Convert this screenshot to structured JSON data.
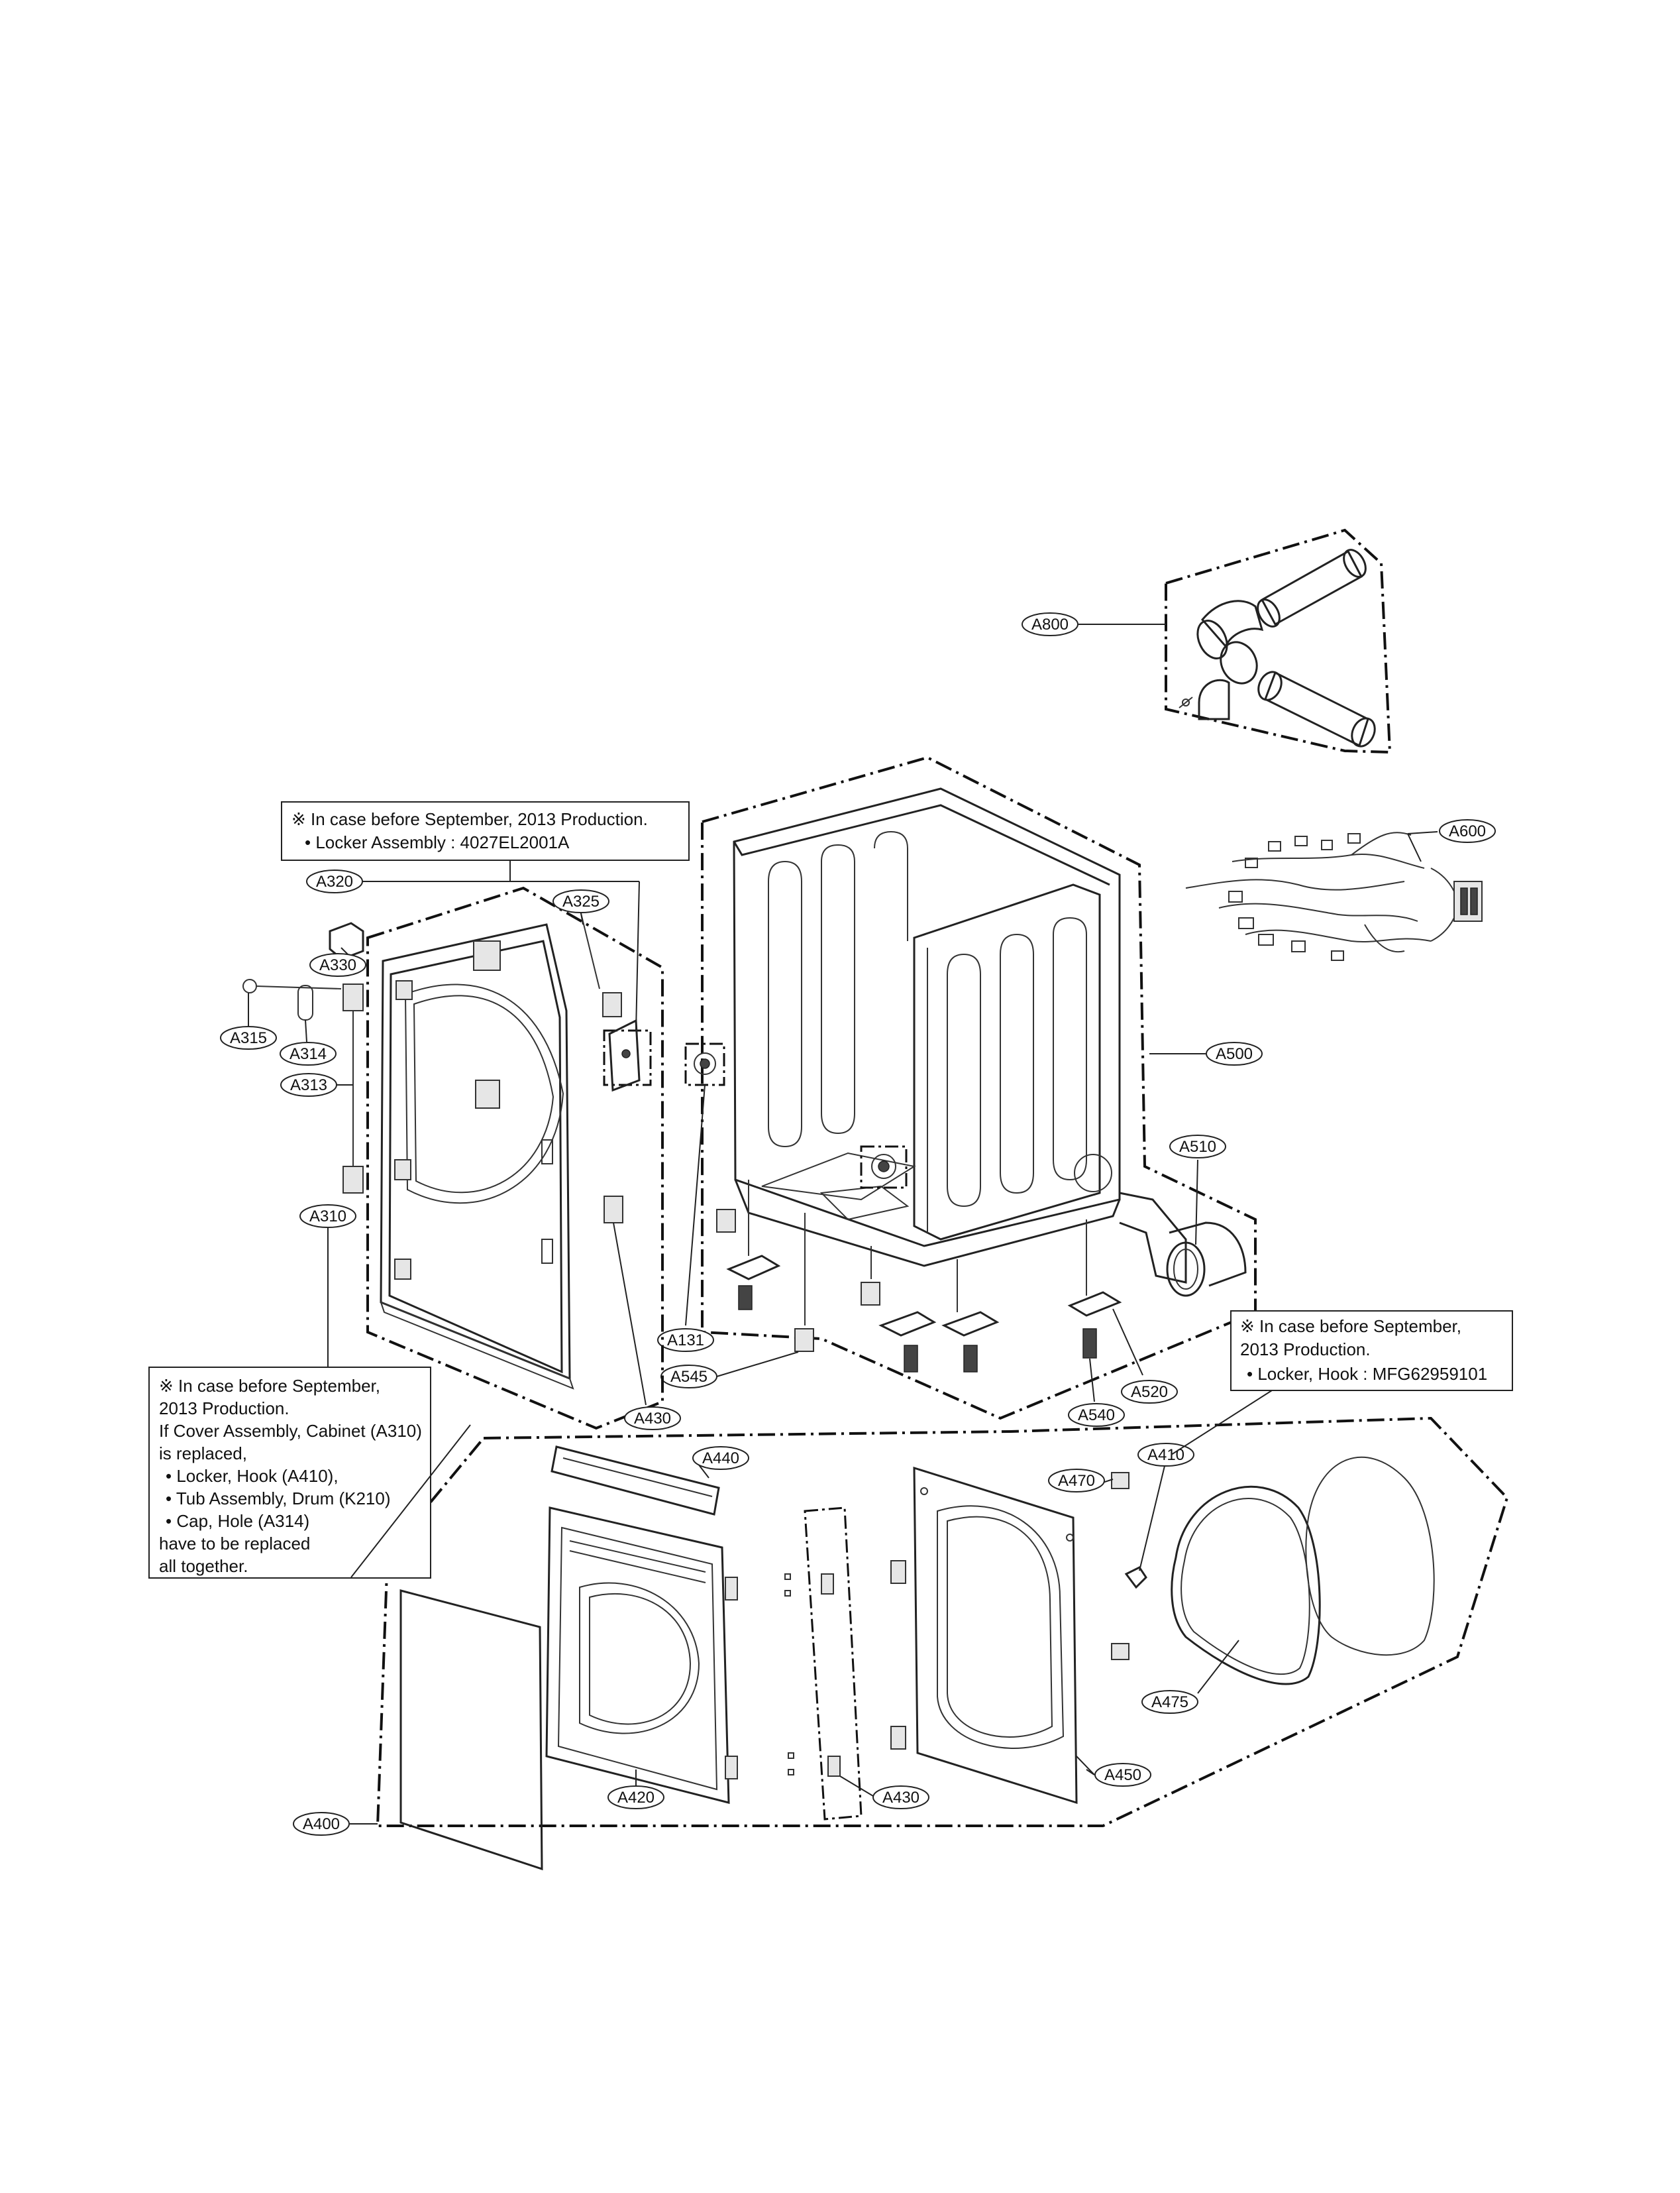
{
  "parts": [
    {
      "id": "A800",
      "text": "A800"
    },
    {
      "id": "A600",
      "text": "A600"
    },
    {
      "id": "A500",
      "text": "A500"
    },
    {
      "id": "A510",
      "text": "A510"
    },
    {
      "id": "A131",
      "text": "A131"
    },
    {
      "id": "A545",
      "text": "A545"
    },
    {
      "id": "A540",
      "text": "A540"
    },
    {
      "id": "A520",
      "text": "A520"
    },
    {
      "id": "A320",
      "text": "A320"
    },
    {
      "id": "A325",
      "text": "A325"
    },
    {
      "id": "A330",
      "text": "A330"
    },
    {
      "id": "A315",
      "text": "A315"
    },
    {
      "id": "A314",
      "text": "A314"
    },
    {
      "id": "A313",
      "text": "A313"
    },
    {
      "id": "A310",
      "text": "A310"
    },
    {
      "id": "A430_top",
      "text": "A430"
    },
    {
      "id": "A440",
      "text": "A440"
    },
    {
      "id": "A470",
      "text": "A470"
    },
    {
      "id": "A410",
      "text": "A410"
    },
    {
      "id": "A475",
      "text": "A475"
    },
    {
      "id": "A450",
      "text": "A450"
    },
    {
      "id": "A430_bottom",
      "text": "A430"
    },
    {
      "id": "A420",
      "text": "A420"
    },
    {
      "id": "A400",
      "text": "A400"
    }
  ],
  "notes": {
    "locker_assembly": [
      "※ In case before September, 2013 Production.",
      "• Locker Assembly : 4027EL2001A"
    ],
    "locker_hook": [
      "※ In case before September,",
      "2013 Production.",
      "• Locker, Hook : MFG62959101"
    ],
    "cover_assembly": [
      "※ In case before September,",
      "2013 Production.",
      "If Cover Assembly, Cabinet (A310)",
      "is replaced,",
      "• Locker, Hook (A410),",
      "• Tub Assembly, Drum (K210)",
      "• Cap, Hole (A314)",
      "have to be replaced",
      "all together."
    ]
  }
}
